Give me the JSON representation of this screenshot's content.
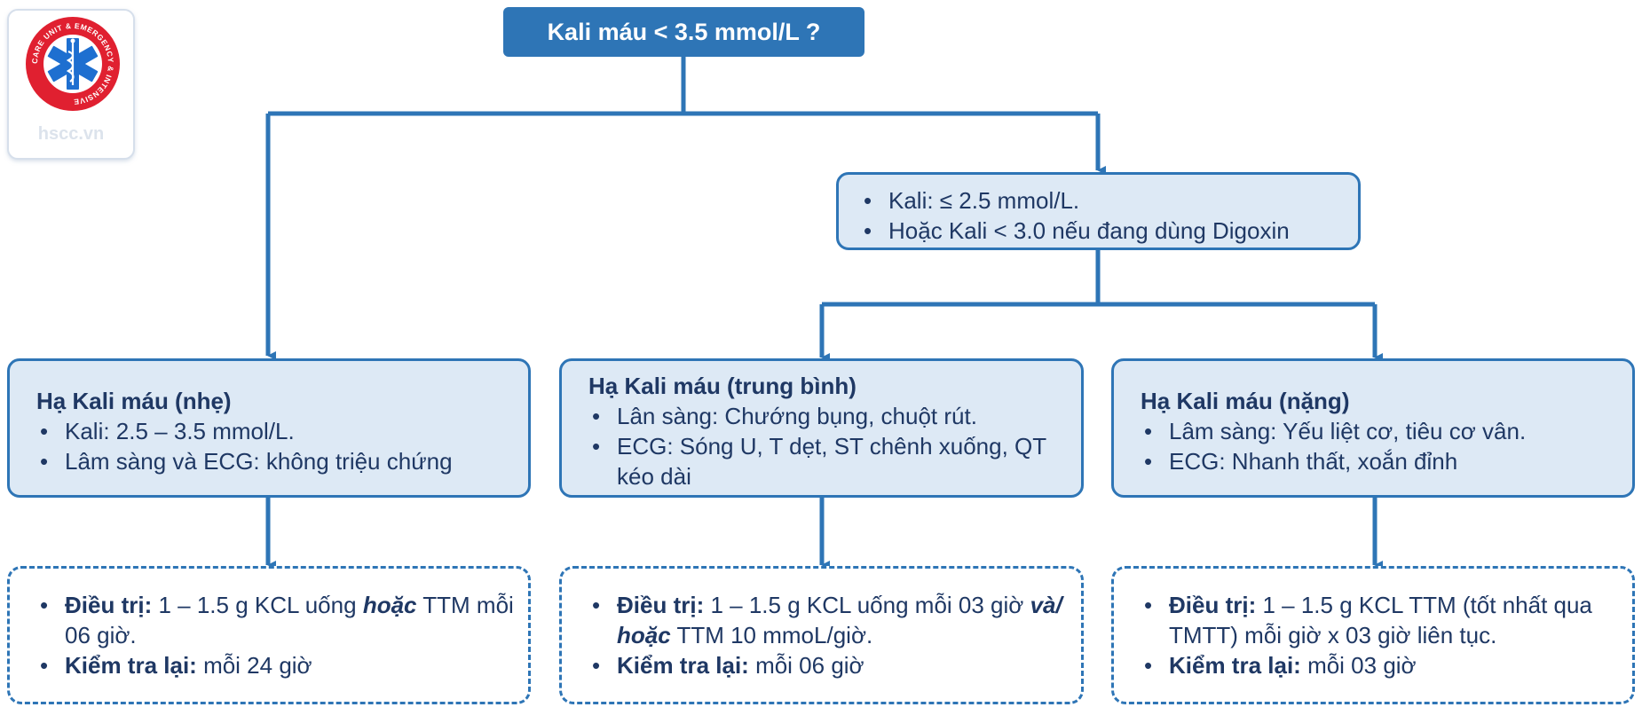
{
  "logo": {
    "ring_text": "CARE UNIT & EMERGENCY & INTENSIVE",
    "site": "hscc.vn"
  },
  "colors": {
    "accent": "#2e75b6",
    "box_fill": "#dde9f5",
    "text": "#1f3864"
  },
  "diagram": {
    "root": "Kali máu < 3.5 mmol/L ?",
    "criteria": {
      "items": [
        "Kali: ≤ 2.5 mmol/L.",
        "Hoặc Kali < 3.0 nếu đang dùng Digoxin"
      ]
    },
    "mild": {
      "title": "Hạ Kali máu (nhẹ)",
      "items": [
        "Kali: 2.5 – 3.5 mmol/L.",
        "Lâm sàng và ECG: không triệu chứng"
      ],
      "treatment": {
        "label": "Điều trị:",
        "text_a": "1 – 1.5 g KCL uống",
        "emphasis": "hoặc",
        "text_b": "TTM mỗi 06 giờ."
      },
      "recheck": {
        "label": "Kiểm tra lại:",
        "text": "mỗi 24 giờ"
      }
    },
    "moderate": {
      "title": "Hạ Kali máu (trung bình)",
      "items": [
        "Lân sàng: Chướng bụng, chuột rút.",
        "ECG: Sóng U, T dẹt, ST chênh xuống, QT kéo dài"
      ],
      "treatment": {
        "label": "Điều trị:",
        "text_a": "1 – 1.5 g KCL uống mỗi 03 giờ",
        "emphasis": "và/ hoặc",
        "text_b": "TTM 10 mmoL/giờ."
      },
      "recheck": {
        "label": "Kiểm tra lại:",
        "text": "mỗi 06 giờ"
      }
    },
    "severe": {
      "title": "Hạ Kali máu (nặng)",
      "items": [
        "Lâm sàng: Yếu liệt cơ, tiêu cơ vân.",
        "ECG: Nhanh thất, xoắn đỉnh"
      ],
      "treatment": {
        "label": "Điều trị:",
        "text": "1 – 1.5 g KCL TTM (tốt nhất qua TMTT) mỗi giờ x 03 giờ liên tục."
      },
      "recheck": {
        "label": "Kiểm tra lại:",
        "text": "mỗi 03 giờ"
      }
    }
  }
}
